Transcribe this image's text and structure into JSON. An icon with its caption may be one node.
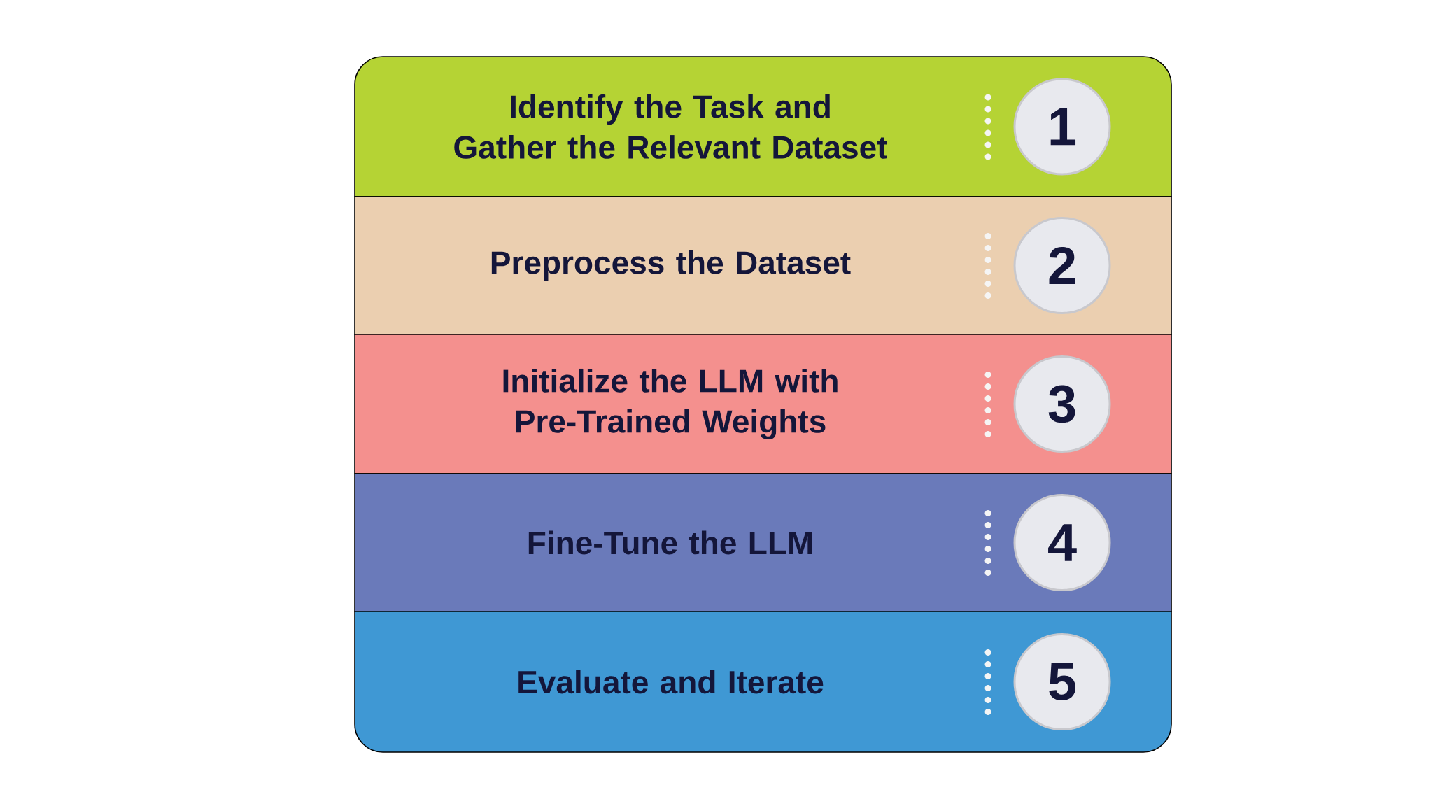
{
  "diagram": {
    "nodes": [
      {
        "text": [
          "Identify the Task and Gather the Relevant Dataset"
        ]
      },
      {
        "text": [
          "1"
        ],
        "in": 0
      },
      {
        "text": [
          "Preprocess the Dataset"
        ]
      },
      {
        "text": [
          "2"
        ],
        "in": 2
      },
      {
        "text": [
          "Initialize the LLM with Pre-Trained Weights"
        ]
      },
      {
        "text": [
          "3"
        ],
        "in": 4
      },
      {
        "text": [
          "Fine-Tune the LLM"
        ]
      },
      {
        "text": [
          "4"
        ],
        "in": 6
      },
      {
        "text": [
          "Evaluate and Iterate"
        ]
      },
      {
        "text": [
          "5"
        ],
        "in": 8
      }
    ]
  }
}
